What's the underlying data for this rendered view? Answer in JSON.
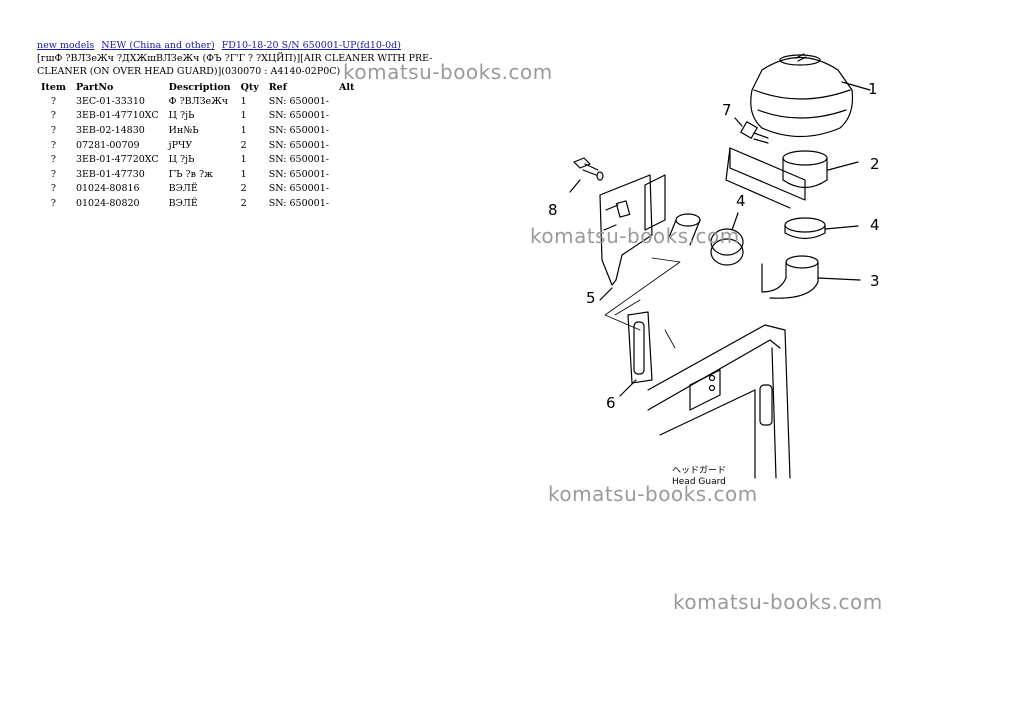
{
  "breadcrumbs": [
    {
      "label": "new models"
    },
    {
      "label": "NEW (China and other)"
    },
    {
      "label": "FD10-18-20 S/N 650001-UP(fd10-0d)"
    }
  ],
  "title_line": "[гшФ ?ВЛЗеЖч ?ДХЖшВЛЗеЖч (ФЪ ?Г'Г ? ?ХЦЙП)][AIR CLEANER WITH PRE-CLEANER (ON OVER HEAD GUARD)](030070 : A4140-02P0C)",
  "table": {
    "headers": [
      "Item",
      "PartNo",
      "Description",
      "Qty",
      "Ref",
      "Alt"
    ],
    "rows": [
      {
        "item": "?",
        "part_no": "3EC-01-33310",
        "description": "Ф ?ВЛЗеЖч",
        "qty": "1",
        "ref": "SN: 650001-",
        "alt": ""
      },
      {
        "item": "?",
        "part_no": "3EB-01-47710XC",
        "description": "Ц ?jЬ",
        "qty": "1",
        "ref": "SN: 650001-",
        "alt": ""
      },
      {
        "item": "?",
        "part_no": "3EB-02-14830",
        "description": "Ин№Ь",
        "qty": "1",
        "ref": "SN: 650001-",
        "alt": ""
      },
      {
        "item": "?",
        "part_no": "07281-00709",
        "description": "jРЧУ",
        "qty": "2",
        "ref": "SN: 650001-",
        "alt": ""
      },
      {
        "item": "?",
        "part_no": "3EB-01-47720XC",
        "description": "Ц ?jЬ",
        "qty": "1",
        "ref": "SN: 650001-",
        "alt": ""
      },
      {
        "item": "?",
        "part_no": "3EB-01-47730",
        "description": "ГЪ ?в ?ж",
        "qty": "1",
        "ref": "SN: 650001-",
        "alt": ""
      },
      {
        "item": "?",
        "part_no": "01024-80816",
        "description": "ВЭЛЁ",
        "qty": "2",
        "ref": "SN: 650001-",
        "alt": ""
      },
      {
        "item": "?",
        "part_no": "01024-80820",
        "description": "ВЭЛЁ",
        "qty": "2",
        "ref": "SN: 650001-",
        "alt": ""
      }
    ]
  },
  "watermark": "komatsu-books.com",
  "diagram": {
    "callouts": [
      "1",
      "2",
      "3",
      "4",
      "4",
      "5",
      "6",
      "7",
      "8"
    ],
    "label_jp": "ヘッドガード",
    "label_en": "Head Guard"
  }
}
